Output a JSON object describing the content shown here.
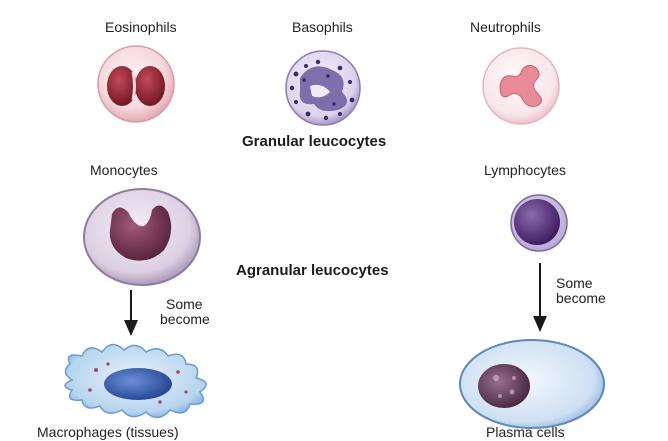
{
  "cells": {
    "eosinophils": "Eosinophils",
    "basophils": "Basophils",
    "neutrophils": "Neutrophils",
    "monocytes": "Monocytes",
    "lymphocytes": "Lymphocytes",
    "macrophages": "Macrophages (tissues)",
    "plasma_cells": "Plasma cells"
  },
  "groups": {
    "granular": "Granular leucocytes",
    "agranular": "Agranular leucocytes"
  },
  "arrows": {
    "left_note_line1": "Some",
    "left_note_line2": "become",
    "right_note_line1": "Some",
    "right_note_line2": "become"
  },
  "colors": {
    "cytoplasm_pink": "#f3d7dc",
    "eosinophil_nucleus": "#8e1f2c",
    "basophil_nucleus": "#5a4a8c",
    "neutrophil_nucleus": "#e48a96",
    "monocyte_nucleus": "#6e2f4a",
    "lymphocyte_nucleus": "#4a2a6e",
    "macrophage_body": "#9fc7e8",
    "macrophage_nucleus": "#2a4fa0",
    "plasma_body": "#bcd4ee",
    "plasma_nucleus": "#5a3550",
    "arrow": "#1a1a1a"
  }
}
